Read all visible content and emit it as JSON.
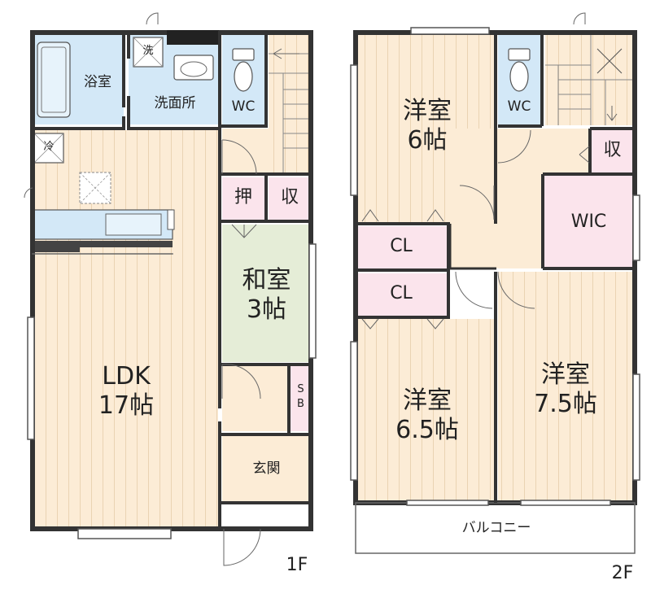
{
  "floor1": {
    "label": "1F",
    "rooms": {
      "bath": "浴室",
      "washroom": "洗面所",
      "wc": "WC",
      "ldk_name": "LDK",
      "ldk_size": "17帖",
      "oshiire": "押",
      "storage": "収",
      "washitsu_name": "和室",
      "washitsu_size": "3帖",
      "shoebox_s": "S",
      "shoebox_b": "B",
      "entrance": "玄関"
    },
    "icons": {
      "washer": "洗",
      "fridge": "冷"
    }
  },
  "floor2": {
    "label": "2F",
    "rooms": {
      "western1_name": "洋室",
      "western1_size": "6帖",
      "wc": "WC",
      "storage": "収",
      "closet1": "CL",
      "closet2": "CL",
      "wic": "WIC",
      "western2_name": "洋室",
      "western2_size": "6.5帖",
      "western3_name": "洋室",
      "western3_size": "7.5帖",
      "balcony": "バルコニー"
    }
  },
  "colors": {
    "wall": "#333333",
    "floor_wood": "#fcecd6",
    "bath_wet": "#d3e8f7",
    "tatami": "#e5edd7",
    "closet": "#fbe4ec",
    "plain": "#ffffff"
  }
}
